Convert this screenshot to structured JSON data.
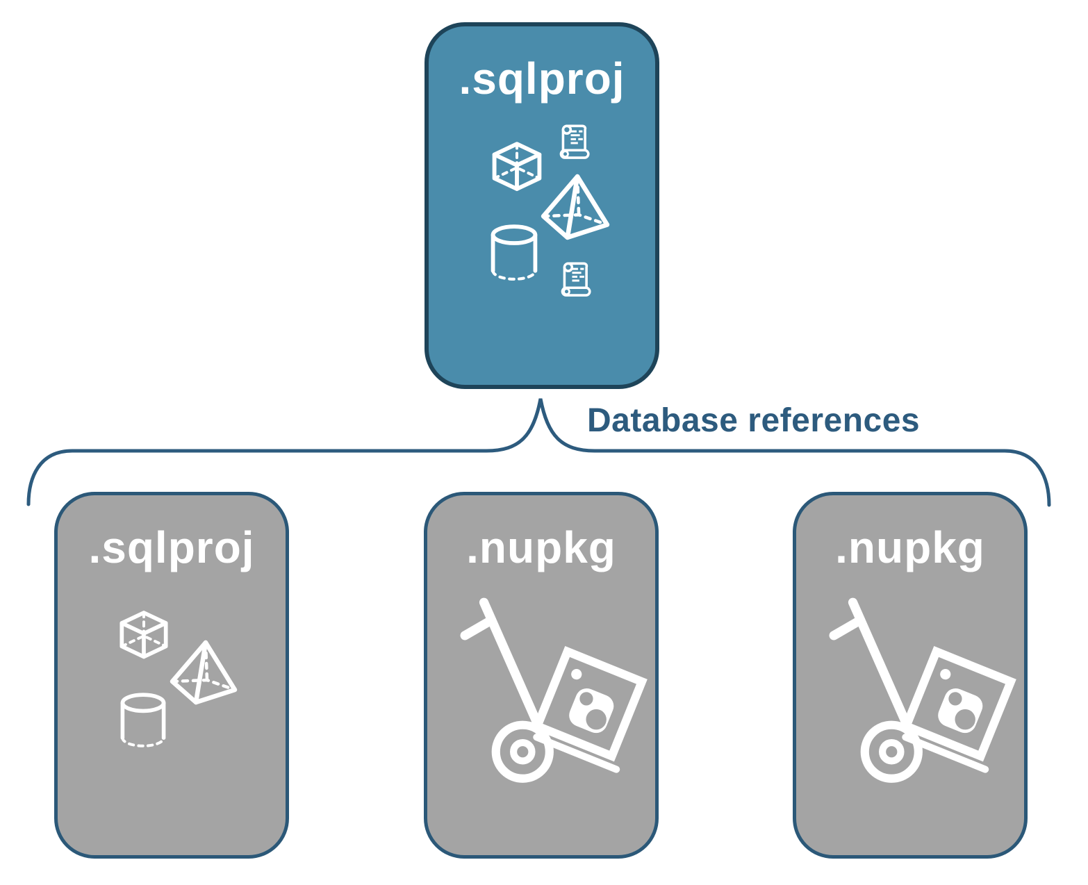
{
  "diagram": {
    "edge_label": "Database references",
    "root": {
      "label": ".sqlproj",
      "icons": [
        "cube-icon",
        "scroll-icon",
        "pyramid-icon",
        "cylinder-icon",
        "scroll-icon"
      ]
    },
    "references": [
      {
        "label": ".sqlproj",
        "icons": [
          "cube-icon",
          "pyramid-icon",
          "cylinder-icon"
        ]
      },
      {
        "label": ".nupkg",
        "icons": [
          "nuget-package-handtruck-icon"
        ]
      },
      {
        "label": ".nupkg",
        "icons": [
          "nuget-package-handtruck-icon"
        ]
      }
    ],
    "colors": {
      "root_fill": "#4A8CAB",
      "root_border": "#1E4459",
      "reference_fill": "#A4A4A4",
      "reference_border": "#2B5878",
      "connector": "#2D5B7E",
      "edge_label_text": "#2D5B7E",
      "node_title_text": "#FFFFFF",
      "background": "#FFFFFF"
    }
  }
}
